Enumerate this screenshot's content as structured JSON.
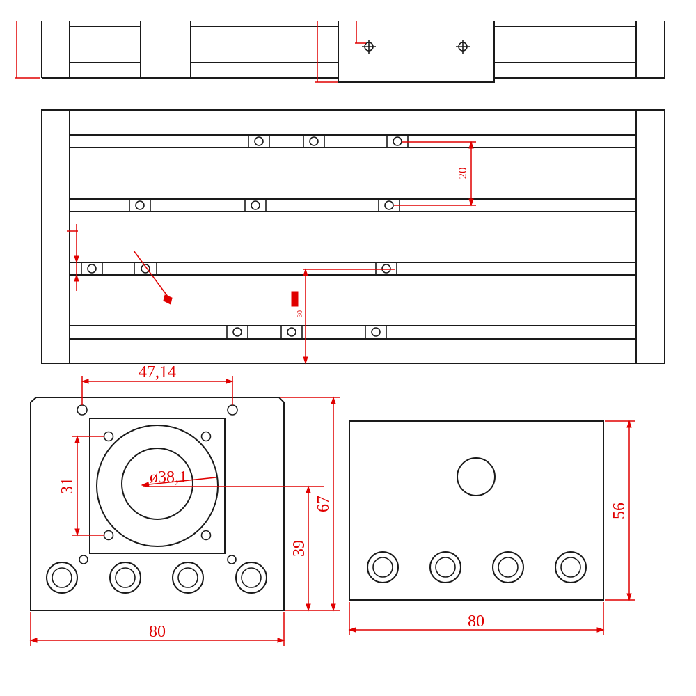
{
  "dimensions": {
    "slot_spacing": "20",
    "small_offset": "30",
    "motor_hole_spacing_h": "47,14",
    "motor_hole_spacing_v": "31",
    "boss_diameter": "ø38,1",
    "shaft_height": "39",
    "motor_plate_height": "67",
    "motor_plate_width": "80",
    "end_plate_height": "56",
    "end_plate_width": "80"
  },
  "colors": {
    "outline": "#1a1a1a",
    "dimension": "#e00000"
  }
}
